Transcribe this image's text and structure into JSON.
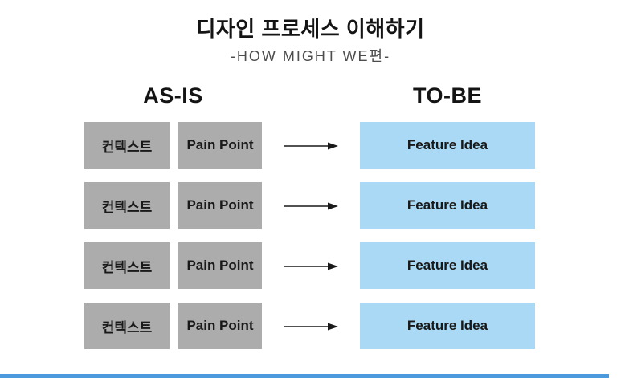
{
  "header": {
    "title": "디자인 프로세스 이해하기",
    "subtitle": "-HOW MIGHT WE편-"
  },
  "columns": {
    "as_is_label": "AS-IS",
    "to_be_label": "TO-BE"
  },
  "rows": [
    {
      "context": "컨텍스트",
      "pain_point": "Pain Point",
      "feature": "Feature Idea"
    },
    {
      "context": "컨텍스트",
      "pain_point": "Pain Point",
      "feature": "Feature Idea"
    },
    {
      "context": "컨텍스트",
      "pain_point": "Pain Point",
      "feature": "Feature Idea"
    },
    {
      "context": "컨텍스트",
      "pain_point": "Pain Point",
      "feature": "Feature Idea"
    }
  ],
  "icons": {
    "arrow": "arrow-right-icon"
  },
  "colors": {
    "title_text": "#141414",
    "subtitle_text": "#4d4d4d",
    "box_text": "#191919",
    "gray_box": "#acacac",
    "blue_box": "#a9d9f4",
    "arrow": "#191919",
    "progress_fill": "#4a9add",
    "progress_track": "#ffffff"
  },
  "progress_bar": {
    "percent": 98
  }
}
